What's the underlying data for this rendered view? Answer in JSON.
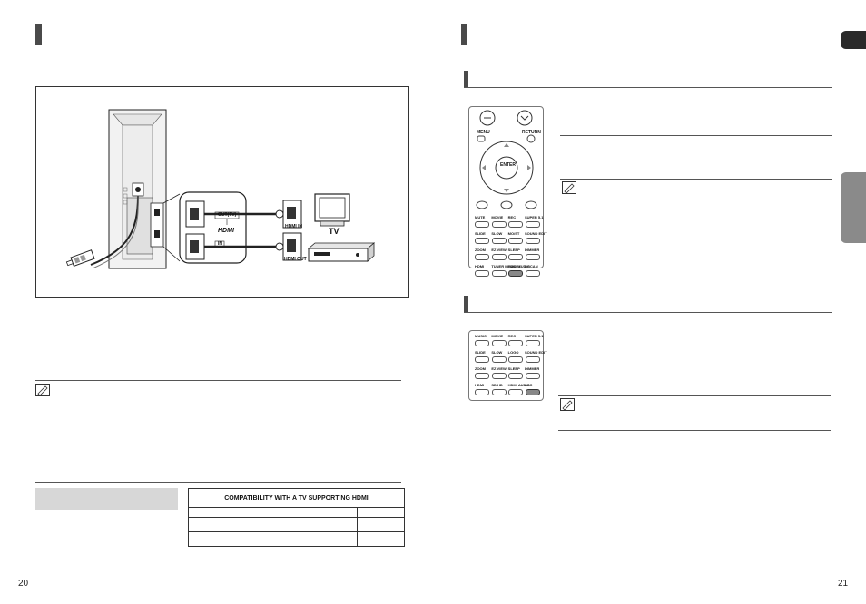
{
  "diagram": {
    "hdmi_logo_text": "HDMI",
    "tv_label": "TV",
    "out_tv_label": "OUT(TV)",
    "in_label": "IN",
    "hdmi_in_label": "HDMI IN",
    "hdmi_out_label": "HDMI OUT"
  },
  "remote_top": {
    "menu_label": "MENU",
    "return_label": "RETURN",
    "enter_label": "ENTER",
    "row1": [
      "MUTE",
      "MOVIE",
      "REC",
      "SUPER 5.1"
    ],
    "row2": [
      "SLIDE",
      "SLOW",
      "MO/ST",
      "SOUND EDIT"
    ],
    "row3": [
      "ZOOM",
      "EZ VIEW",
      "SLEEP",
      "DIMMER"
    ],
    "row4": [
      "HDMI",
      "TUNER MEMORY",
      "HDMI AUDIO",
      "P.SCAN"
    ]
  },
  "remote_bottom": {
    "row1": [
      "MUSIC",
      "MOVIE",
      "REC",
      "SUPER 5.1"
    ],
    "row2": [
      "SLIDE",
      "SLOW",
      "LOGO",
      "SOUND EDIT"
    ],
    "row3": [
      "ZOOM",
      "EZ VIEW",
      "SLEEP",
      "DIMMER"
    ],
    "row4": [
      "HDMI",
      "SD/HD",
      "HDMI AUDIO",
      "ASC"
    ]
  },
  "table": {
    "header": "COMPATIBILITY WITH A TV SUPPORTING HDMI",
    "rows": [
      [
        "",
        ""
      ],
      [
        "",
        ""
      ]
    ]
  },
  "pages": {
    "left": "20",
    "right": "21"
  }
}
